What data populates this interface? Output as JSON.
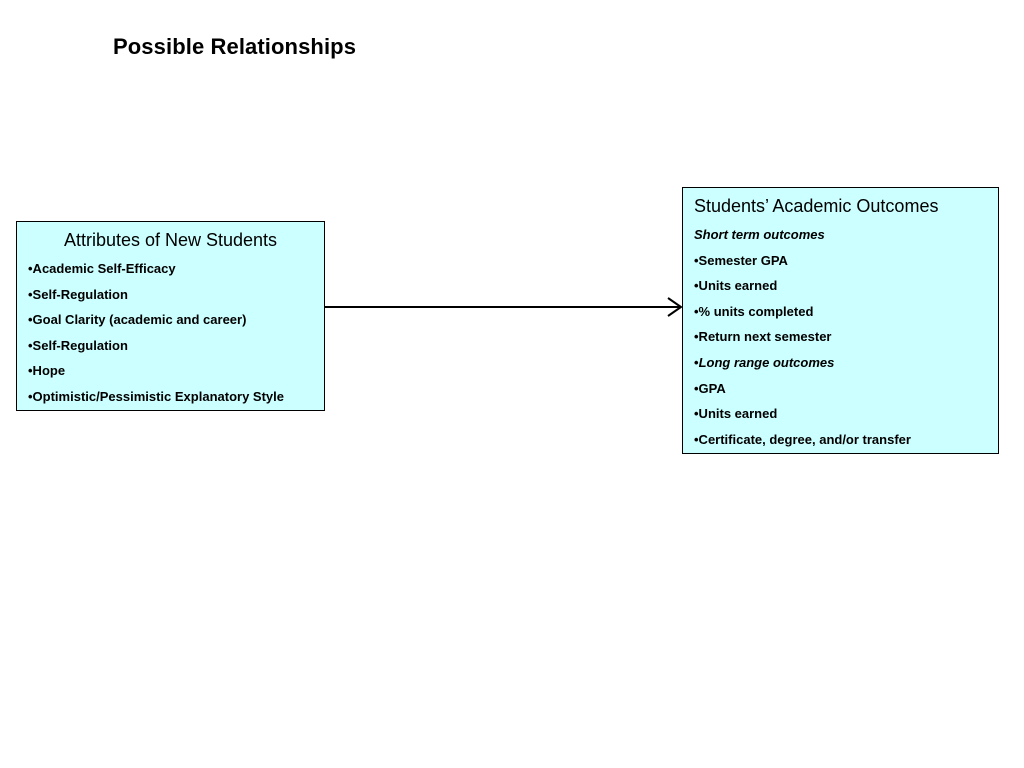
{
  "title": "Possible Relationships",
  "left_box": {
    "heading": "Attributes of New Students",
    "items": [
      "•Academic Self-Efficacy",
      "•Self-Regulation",
      "•Goal Clarity (academic and career)",
      "•Self-Regulation",
      "•Hope",
      "•Optimistic/Pessimistic Explanatory Style"
    ]
  },
  "right_box": {
    "heading": "Students’ Academic Outcomes",
    "short_term_label": "Short term outcomes",
    "short_term_items": [
      "•Semester GPA",
      "•Units earned",
      "•% units completed",
      "•Return next semester"
    ],
    "long_range_bullet": "•",
    "long_range_label": "Long range outcomes",
    "long_range_items": [
      "•GPA",
      "•Units earned",
      "•Certificate, degree, and/or transfer"
    ]
  },
  "colors": {
    "box_fill": "#ccffff",
    "border": "#000000",
    "arrow": "#000000"
  }
}
